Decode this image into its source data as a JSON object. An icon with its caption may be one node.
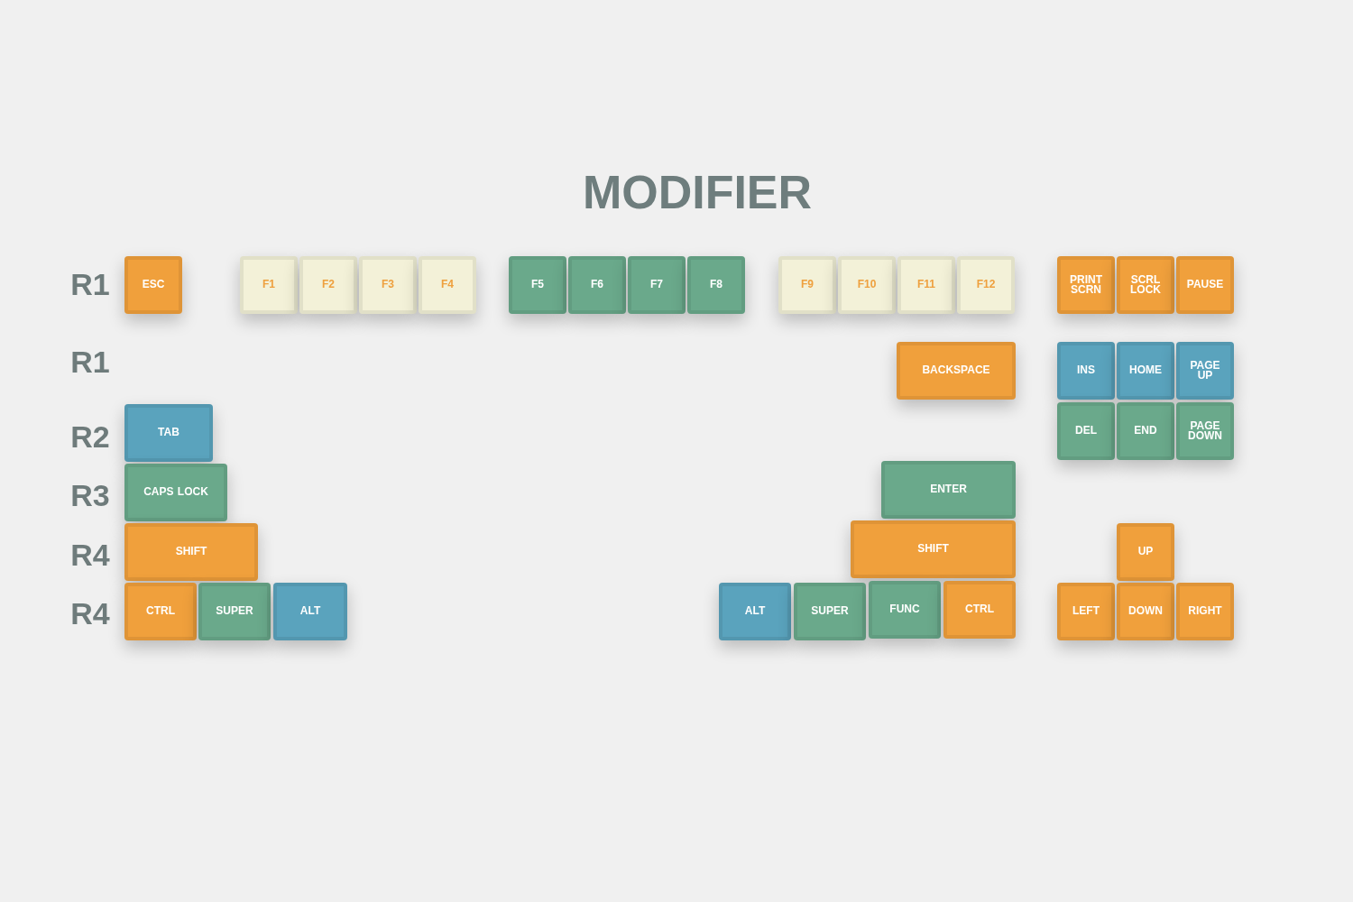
{
  "diagram": {
    "title": "MODIFIER",
    "nodes": [
      {
        "text": [
          "ESC"
        ]
      },
      {
        "text": [
          "F1"
        ]
      },
      {
        "text": [
          "F2"
        ]
      },
      {
        "text": [
          "F3"
        ]
      },
      {
        "text": [
          "F4"
        ]
      },
      {
        "text": [
          "F5"
        ]
      },
      {
        "text": [
          "F6"
        ]
      },
      {
        "text": [
          "F7"
        ]
      },
      {
        "text": [
          "F8"
        ]
      },
      {
        "text": [
          "F9"
        ]
      },
      {
        "text": [
          "F10"
        ]
      },
      {
        "text": [
          "F11"
        ]
      },
      {
        "text": [
          "F12"
        ]
      },
      {
        "text": [
          "PRINT SCRN"
        ]
      },
      {
        "text": [
          "SCRL LOCK"
        ]
      },
      {
        "text": [
          "PAUSE"
        ]
      },
      {
        "text": [
          "BACKSPACE"
        ]
      },
      {
        "text": [
          "INS"
        ]
      },
      {
        "text": [
          "HOME"
        ]
      },
      {
        "text": [
          "PAGE UP"
        ]
      },
      {
        "text": [
          "TAB"
        ]
      },
      {
        "text": [
          "DEL"
        ]
      },
      {
        "text": [
          "END"
        ]
      },
      {
        "text": [
          "PAGE DOWN"
        ]
      },
      {
        "text": [
          "ENTER"
        ]
      },
      {
        "text": [
          "CAPS LOCK"
        ]
      },
      {
        "text": [
          "SHIFT"
        ]
      },
      {
        "text": [
          "SHIFT"
        ]
      },
      {
        "text": [
          "UP"
        ]
      },
      {
        "text": [
          "CTRL"
        ]
      },
      {
        "text": [
          "SUPER"
        ]
      },
      {
        "text": [
          "ALT"
        ]
      },
      {
        "text": [
          "ALT"
        ]
      },
      {
        "text": [
          "SUPER"
        ]
      },
      {
        "text": [
          "FUNC"
        ]
      },
      {
        "text": [
          "CTRL"
        ]
      },
      {
        "text": [
          "LEFT"
        ]
      },
      {
        "text": [
          "DOWN"
        ]
      },
      {
        "text": [
          "RIGHT"
        ]
      }
    ],
    "labels": [
      "R1",
      "R1",
      "R2",
      "R3",
      "R4",
      "R4"
    ]
  }
}
